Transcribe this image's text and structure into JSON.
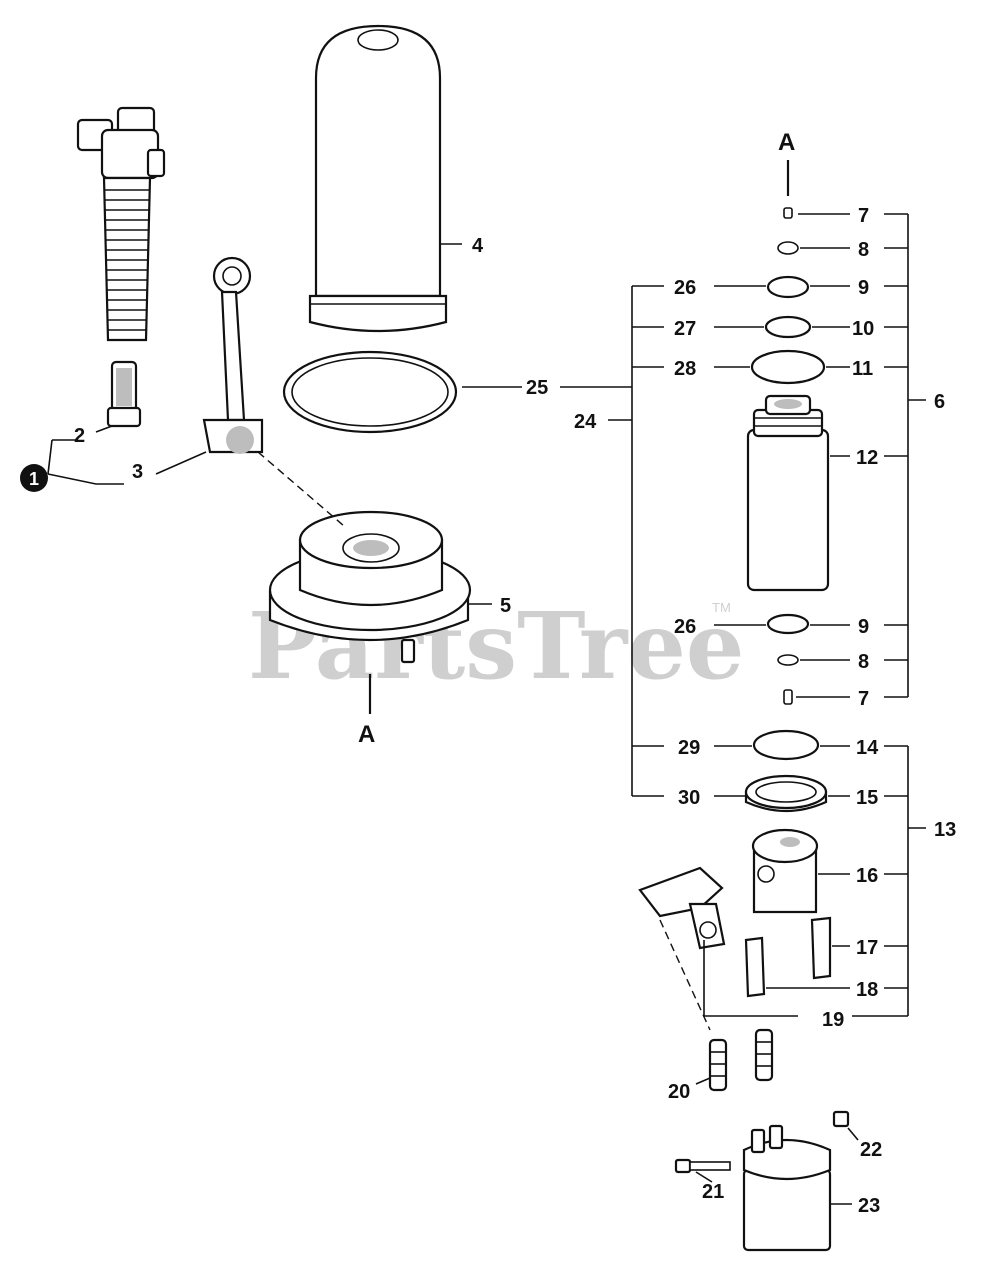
{
  "watermark": {
    "text": "PartsTree",
    "trademark": "TM"
  },
  "view_markers": {
    "top": "A",
    "bottom": "A",
    "note": "1"
  },
  "labels": {
    "p2": "2",
    "p3": "3",
    "p4": "4",
    "p5": "5",
    "p6": "6",
    "p7a": "7",
    "p8a": "8",
    "p9a": "9",
    "p10": "10",
    "p11": "11",
    "p12": "12",
    "p9b": "9",
    "p8b": "8",
    "p7b": "7",
    "p13": "13",
    "p14": "14",
    "p15": "15",
    "p16": "16",
    "p17": "17",
    "p18": "18",
    "p19": "19",
    "p20": "20",
    "p21": "21",
    "p22": "22",
    "p23": "23",
    "p24": "24",
    "p25": "25",
    "p26a": "26",
    "p27": "27",
    "p28": "28",
    "p26b": "26",
    "p29": "29",
    "p30": "30"
  }
}
